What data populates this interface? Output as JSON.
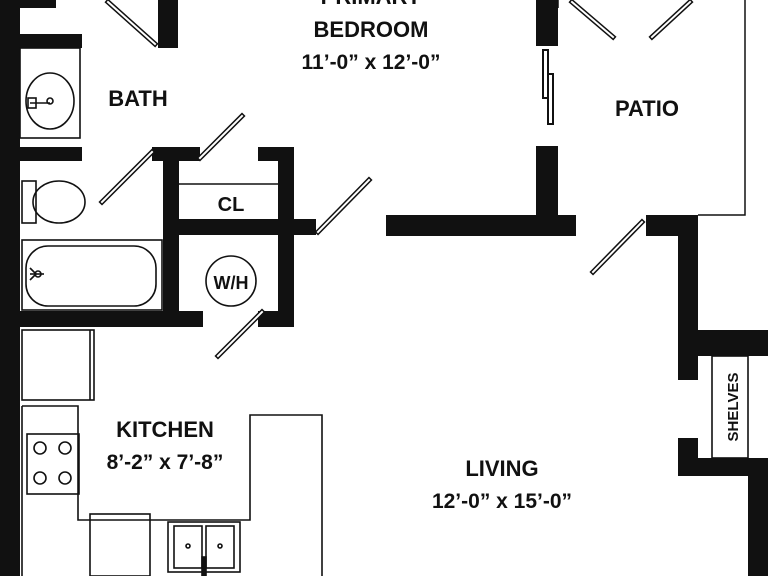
{
  "colors": {
    "wall": "#111111",
    "fixture": "#222222",
    "background": "#ffffff"
  },
  "rooms": {
    "primary_bedroom": {
      "name_line1": "PRIMARY",
      "name_line2": "BEDROOM",
      "dims": "11’-0” x 12’-0”"
    },
    "bath": {
      "name": "BATH"
    },
    "patio": {
      "name": "PATIO"
    },
    "closet": {
      "name": "CL"
    },
    "water_heater": {
      "name": "W/H"
    },
    "kitchen": {
      "name": "KITCHEN",
      "dims": "8’-2” x 7’-8”"
    },
    "living": {
      "name": "LIVING",
      "dims": "12’-0” x 15’-0”"
    },
    "shelves": {
      "name": "SHELVES"
    }
  }
}
